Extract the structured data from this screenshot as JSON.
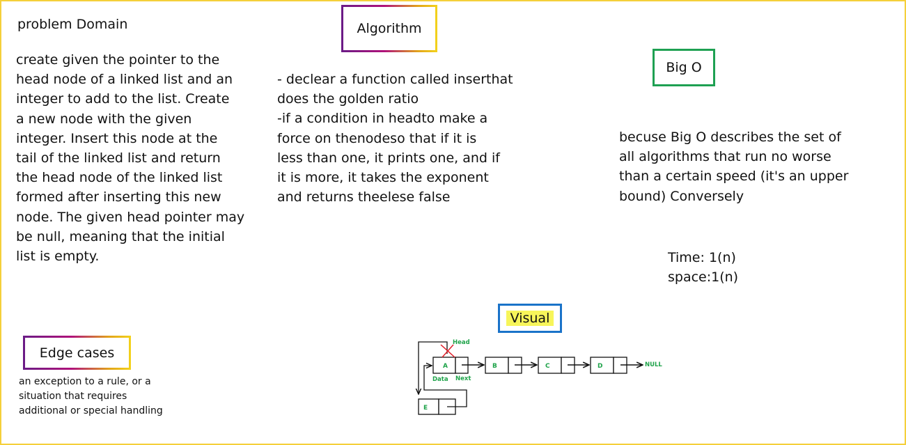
{
  "problem_domain": {
    "heading": "problem Domain",
    "lines": [
      "create  given the pointer to the",
      "head node of a linked list and an",
      "integer to add to the list. Create",
      "a new node with the given",
      "integer. Insert this node at the",
      "tail of the linked list and return",
      "the head node of the linked list",
      "formed after inserting this new",
      "node. The given head pointer may",
      "be null, meaning that the initial",
      "list is empty."
    ]
  },
  "algorithm": {
    "title": "Algorithm",
    "lines": [
      "- declear a function called inserthat",
      "does the golden ratio",
      "-if   a condition in headto make a",
      " force on thenodeso that if it is",
      "less than one, it prints one, and if",
      "it is more, it takes the exponent",
      " and returns theelese false"
    ]
  },
  "big_o": {
    "title": "Big O",
    "lines": [
      "becuse Big O describes the set of",
      "all algorithms that run no worse",
      "than a certain speed (it's an upper",
      "bound) Conversely"
    ],
    "time": "Time: 1(n)",
    "space": "space:1(n)"
  },
  "edge_cases": {
    "title": "Edge cases",
    "lines": [
      "an exception to a rule, or a",
      "situation that requires",
      "additional or special handling"
    ]
  },
  "visual": {
    "title": "Visual",
    "labels": {
      "head": "Head",
      "data": "Data",
      "next": "Next",
      "null": "NULL"
    },
    "nodes": [
      "A",
      "B",
      "C",
      "D",
      "E"
    ]
  },
  "colors": {
    "node_label": "#1fa34a",
    "stroke": "#111111",
    "cross": "#e0202a",
    "green_frame": "#1ea052",
    "blue_frame": "#1a73c9",
    "highlight": "#f7f55a"
  }
}
